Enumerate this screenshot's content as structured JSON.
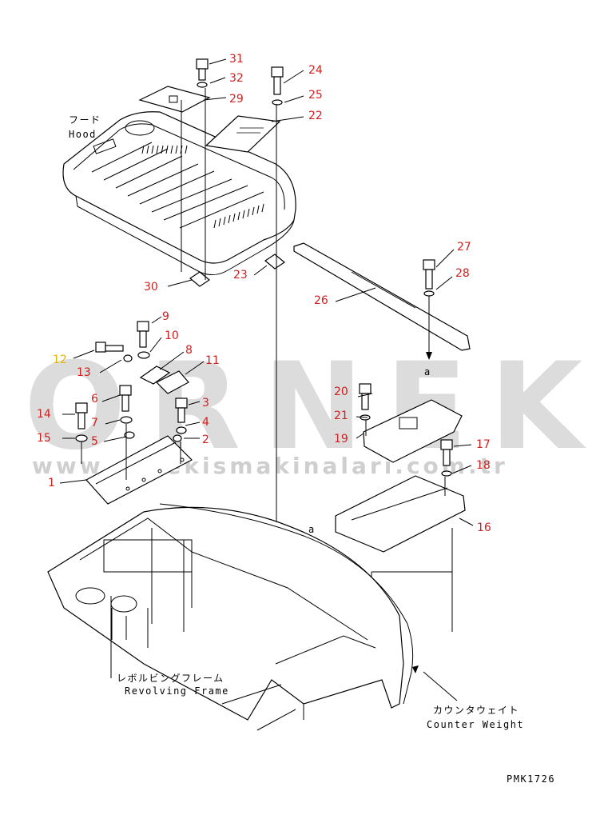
{
  "watermark": {
    "brand": "ORNEK",
    "url": "www.ornekismakinalari.com.tr"
  },
  "labels": {
    "hood_jp": "フード",
    "hood_en": "Hood",
    "frame_jp": "レボルビングフレーム",
    "frame_en": "Revolving Frame",
    "cw_jp": "カウンタウェイト",
    "cw_en": "Counter Weight",
    "ref_a_top": "a",
    "ref_a_bottom": "a",
    "drawing_code": "PMK1726"
  },
  "callouts": {
    "c1": "1",
    "c2": "2",
    "c3": "3",
    "c4": "4",
    "c5": "5",
    "c6": "6",
    "c7": "7",
    "c8": "8",
    "c9": "9",
    "c10": "10",
    "c11": "11",
    "c12": "12",
    "c13": "13",
    "c14": "14",
    "c15": "15",
    "c16": "16",
    "c17": "17",
    "c18": "18",
    "c19": "19",
    "c20": "20",
    "c21": "21",
    "c22": "22",
    "c23": "23",
    "c24": "24",
    "c25": "25",
    "c26": "26",
    "c27": "27",
    "c28": "28",
    "c29": "29",
    "c30": "30",
    "c31": "31",
    "c32": "32"
  },
  "colors": {
    "callout": "#d02020",
    "callout_highlight": "#e8b400",
    "watermark": "#dcdcdc",
    "line": "#000000"
  }
}
